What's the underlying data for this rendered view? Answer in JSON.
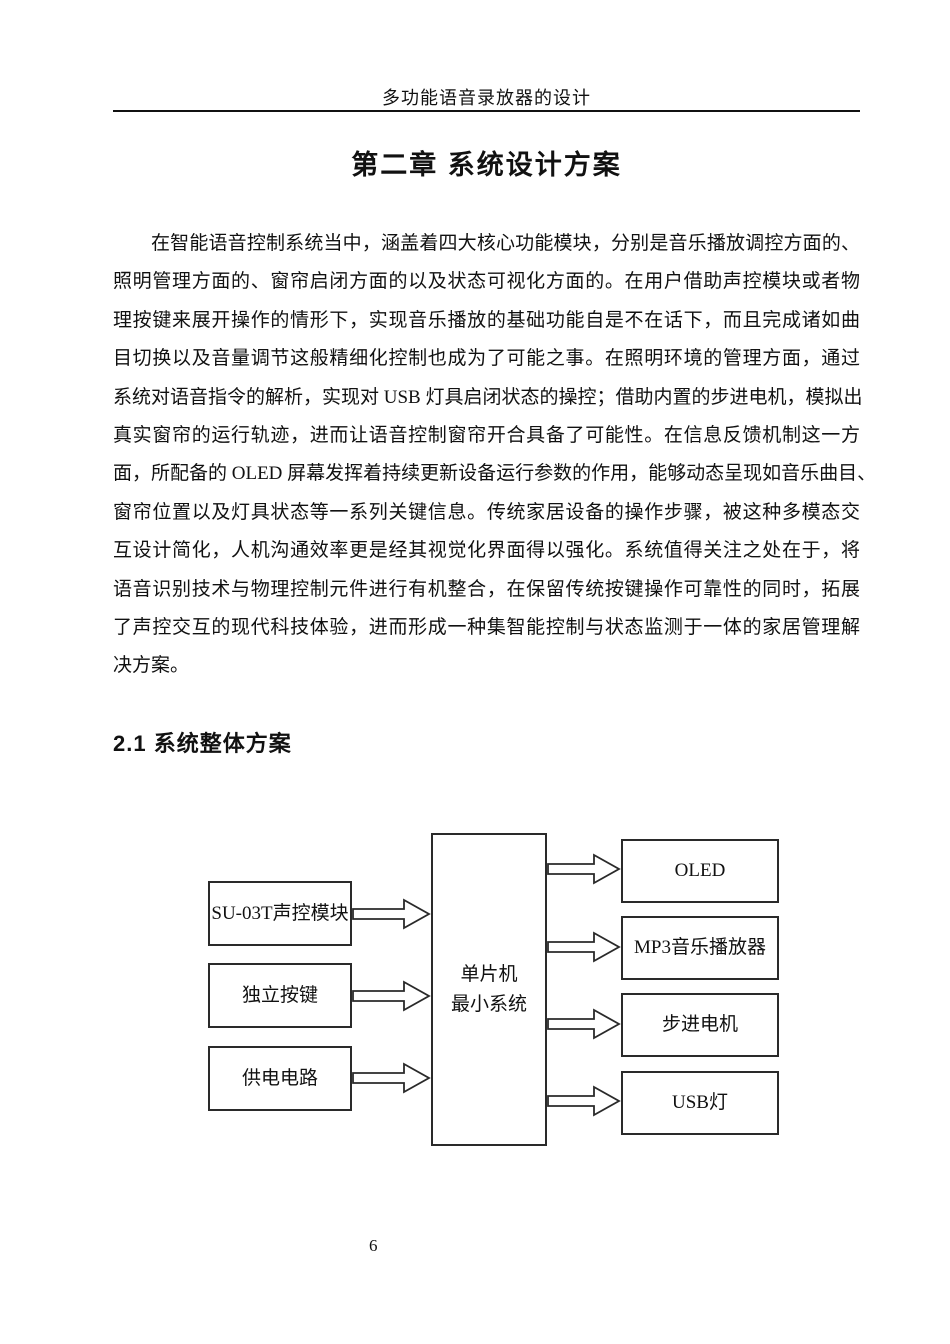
{
  "header": {
    "title": "多功能语音录放器的设计"
  },
  "chapter_title": "第二章 系统设计方案",
  "paragraph_lines": [
    "在智能语音控制系统当中，涵盖着四大核心功能模块，分别是音乐播放调控方面的、",
    "照明管理方面的、窗帘启闭方面的以及状态可视化方面的。在用户借助声控模块或者物",
    "理按键来展开操作的情形下，实现音乐播放的基础功能自是不在话下，而且完成诸如曲",
    "目切换以及音量调节这般精细化控制也成为了可能之事。在照明环境的管理方面，通过",
    "系统对语音指令的解析，实现对 USB 灯具启闭状态的操控；借助内置的步进电机，模拟出",
    "真实窗帘的运行轨迹，进而让语音控制窗帘开合具备了可能性。在信息反馈机制这一方",
    "面，所配备的 OLED 屏幕发挥着持续更新设备运行参数的作用，能够动态呈现如音乐曲目、",
    "窗帘位置以及灯具状态等一系列关键信息。传统家居设备的操作步骤，被这种多模态交",
    "互设计简化，人机沟通效率更是经其视觉化界面得以强化。系统值得关注之处在于，将",
    "语音识别技术与物理控制元件进行有机整合，在保留传统按键操作可靠性的同时，拓展",
    "了声控交互的现代科技体验，进而形成一种集智能控制与状态监测于一体的家居管理解",
    "决方案。"
  ],
  "section_heading": "2.1 系统整体方案",
  "diagram": {
    "center_box": {
      "line1": "单片机",
      "line2": "最小系统"
    },
    "left_boxes": [
      "SU-03T声控模块",
      "独立按键",
      "供电电路"
    ],
    "right_boxes": [
      "OLED",
      "MP3音乐播放器",
      "步进电机",
      "USB灯"
    ]
  },
  "page_number": "6",
  "colors": {
    "text": "#111111",
    "box_border": "#2a2a2a",
    "background": "#ffffff"
  }
}
